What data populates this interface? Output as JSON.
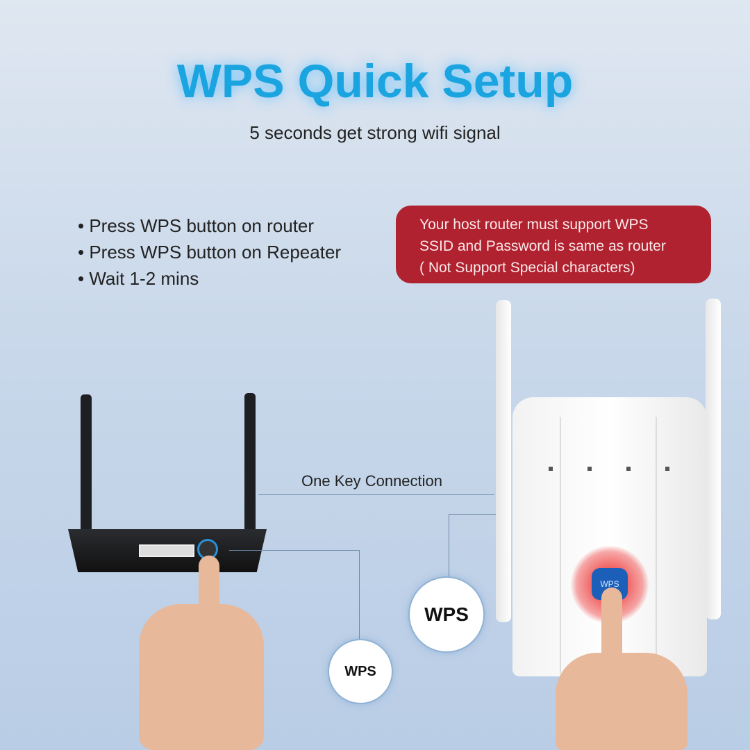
{
  "header": {
    "title": "WPS Quick Setup",
    "subtitle": "5 seconds get strong wifi signal"
  },
  "steps": [
    "Press WPS button on router",
    "Press WPS button on Repeater",
    "Wait 1-2 mins"
  ],
  "note": {
    "lines": [
      "Your host router must support WPS",
      "SSID and Password is same as router",
      "( Not Support Special characters)"
    ],
    "color": "#b0222f"
  },
  "diagram": {
    "connection_label": "One Key Connection",
    "router_bubble": "WPS",
    "repeater_bubble": "WPS",
    "repeater_button": "WPS"
  },
  "colors": {
    "title": "#1aa4e0",
    "background": "#c9d8ea"
  }
}
